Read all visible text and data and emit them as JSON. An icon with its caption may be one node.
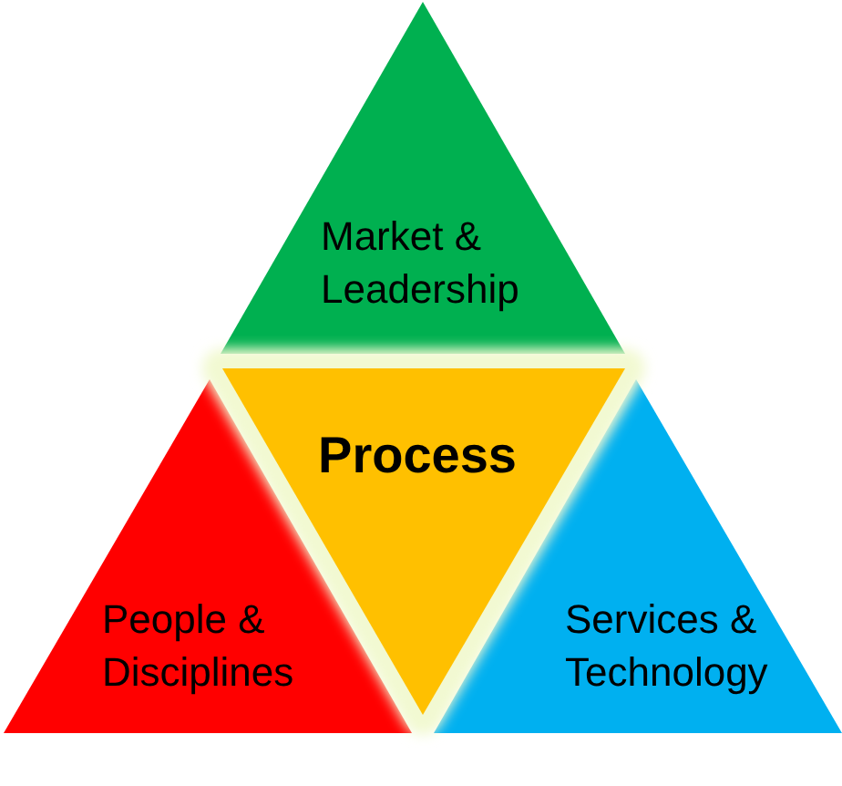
{
  "diagram": {
    "nodes": [
      {
        "text": [
          "Market & Leadership"
        ]
      },
      {
        "text": [
          "Process"
        ]
      },
      {
        "text": [
          "People & Disciplines"
        ]
      },
      {
        "text": [
          "Services & Technology"
        ]
      }
    ]
  }
}
